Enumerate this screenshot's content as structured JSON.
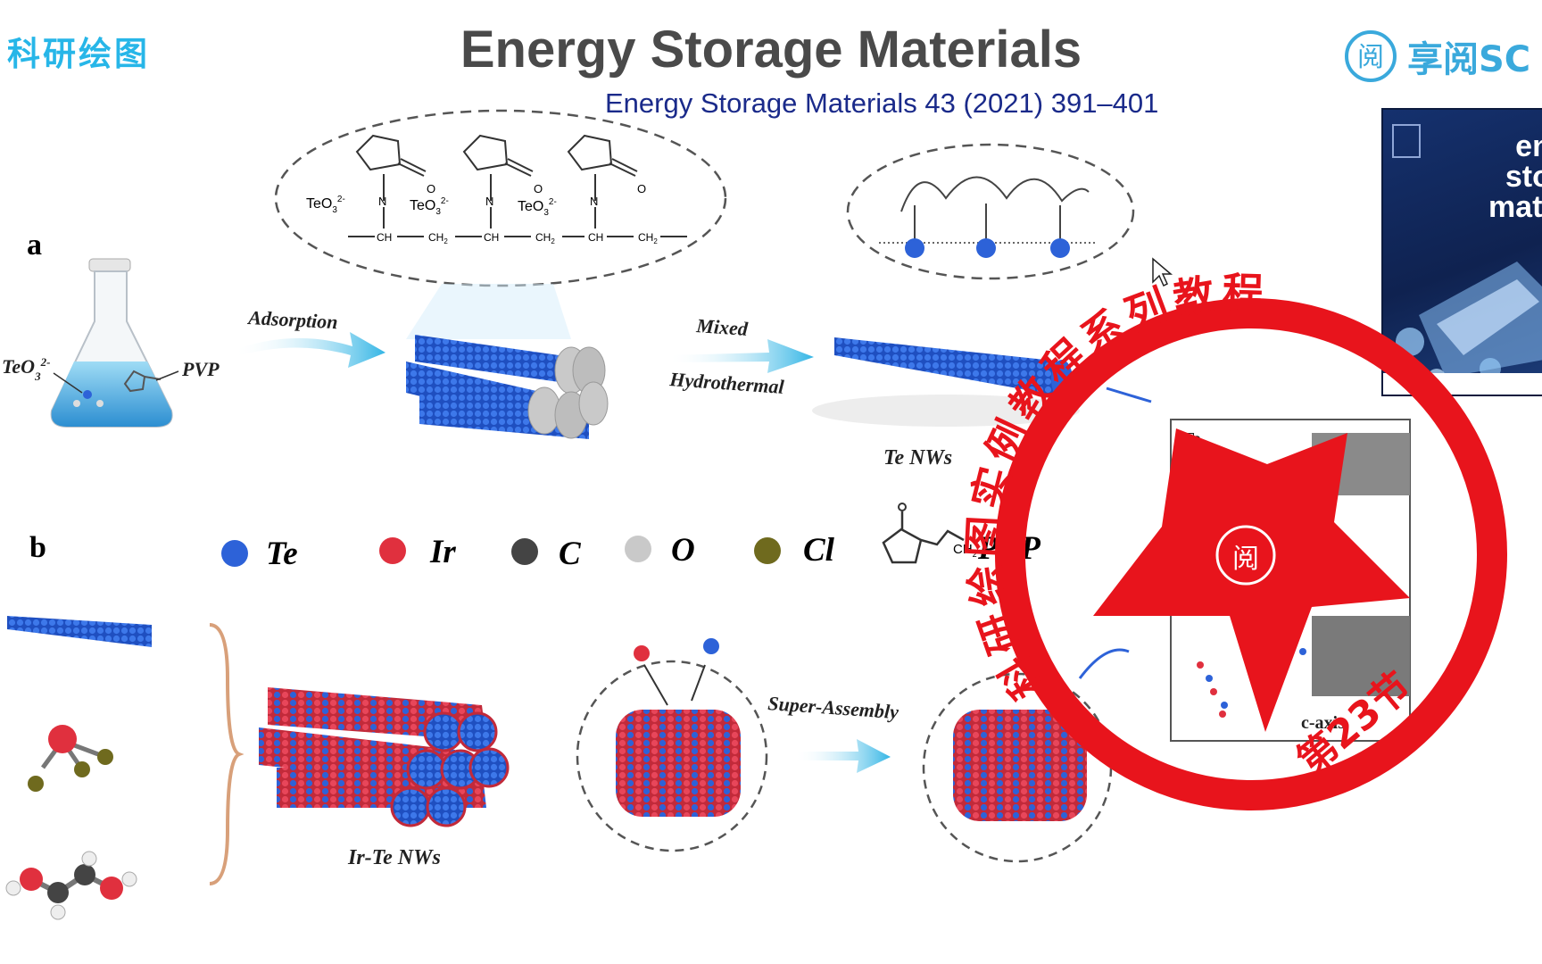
{
  "header": {
    "corner_title": "科研绘图",
    "main_title": "Energy Storage Materials",
    "citation": "Energy Storage Materials 43 (2021) 391–401",
    "brand_text": "享阅SC"
  },
  "cover": {
    "text": "ener stora materi"
  },
  "panel_a": {
    "letter": "a",
    "teo3_label": "TeO",
    "teo3_sup": "2-",
    "teo3_sub": "3",
    "pvp_label": "PVP",
    "adsorption_label": "Adsorption",
    "mixed_label": "Mixed",
    "hydrothermal_label": "Hydrothermal",
    "te_nws_label": "Te NWs",
    "chain_teo": "TeO",
    "chain_teo_sub": "3",
    "chain_teo_sup": "2-",
    "chain_ch": "CH",
    "chain_ch2": "CH",
    "chain_ch2_sub": "2",
    "o_atom": "O",
    "n_atom": "N",
    "inset_te": "Te"
  },
  "panel_b": {
    "letter": "b",
    "legend": [
      {
        "label": "Te",
        "color": "#2d62d8"
      },
      {
        "label": "Ir",
        "color": "#e0303e"
      },
      {
        "label": "C",
        "color": "#444444"
      },
      {
        "label": "O",
        "color": "#c9c9c9"
      },
      {
        "label": "Cl",
        "color": "#6f6a1e"
      }
    ],
    "pvp_legend": "PVP",
    "pvp_ch2": "CH",
    "pvp_ch2_sub": "2",
    "ir_te_label": "Ir-Te NWs",
    "super_assembly_label": "Super-Assembly",
    "caxis_label": "c-axis"
  },
  "seal": {
    "ring_text": "科研绘图实例教程系列教程",
    "section_text": "第23节",
    "center_text": "阅"
  },
  "colors": {
    "corner_title": "#27b6e8",
    "brand": "#3aa9dc",
    "seal_red": "#e8141c",
    "arrow": "#33b5e5",
    "te_blue": "#2d62d8",
    "ir_red": "#e0303e"
  }
}
